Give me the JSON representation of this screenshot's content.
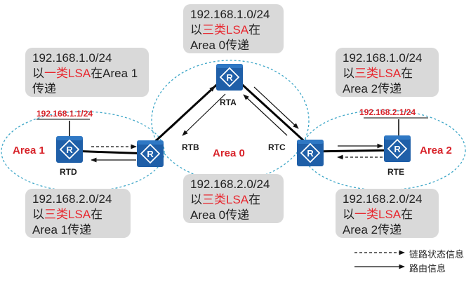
{
  "boxes": {
    "top_center": {
      "line1": "192.168.1.0/24",
      "pre": "以",
      "hl": "三类LSA",
      "post": "在",
      "line3": "Area 0传递"
    },
    "left_top": {
      "line1": "192.168.1.0/24",
      "pre": "以",
      "hl": "一类LSA",
      "post": "在Area 1",
      "line3": "传递"
    },
    "right_top": {
      "line1": "192.168.1.0/24",
      "pre": "以",
      "hl": "三类LSA",
      "post": "在",
      "line3": "Area 2传递"
    },
    "left_bottom": {
      "line1": "192.168.2.0/24",
      "pre": "以",
      "hl": "三类LSA",
      "post": "在",
      "line3": "Area 1传递"
    },
    "center_bottom": {
      "line1": "192.168.2.0/24",
      "pre": "以",
      "hl": "三类LSA",
      "post": "在",
      "line3": "Area 0传递"
    },
    "right_bottom": {
      "line1": "192.168.2.0/24",
      "pre": "以",
      "hl": "一类LSA",
      "post": "在",
      "line3": "Area 2传递"
    }
  },
  "areas": {
    "area1": "Area 1",
    "area0": "Area 0",
    "area2": "Area 2"
  },
  "routers": {
    "rta": "RTA",
    "rtb": "RTB",
    "rtc": "RTC",
    "rtd": "RTD",
    "rte": "RTE"
  },
  "networks": {
    "rtd_net": "192.168.1.1/24",
    "rte_net": "192.168.2.1/24"
  },
  "legend": {
    "lsa": "链路状态信息",
    "route": "路由信息"
  },
  "colors": {
    "router": "#1f5fa8",
    "highlight": "#e8262e",
    "area_border": "#3fa7c8",
    "box_bg": "#d9d9d9"
  }
}
